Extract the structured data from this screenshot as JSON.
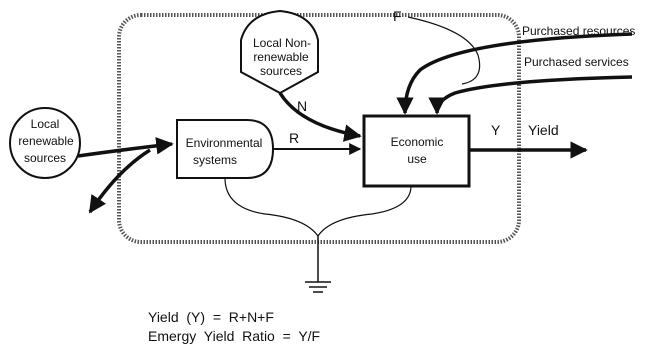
{
  "nodes": {
    "local_renewable": {
      "line1": "Local",
      "line2": "renewable",
      "line3": "sources"
    },
    "local_nonrenewable": {
      "line1": "Local Non-",
      "line2": "renewable",
      "line3": "sources"
    },
    "environmental": {
      "line1": "Environmental",
      "line2": "systems"
    },
    "economic": {
      "line1": "Economic",
      "line2": "use"
    }
  },
  "flows": {
    "R": "R",
    "N": "N",
    "F": "F",
    "Y": "Y",
    "yield": "Yield",
    "purchased_resources": "Purchased resources",
    "purchased_services": "Purchased services"
  },
  "formulas": {
    "yield_eq": "Yield  (Y)  =  R+N+F",
    "emergy_eq": "Emergy  Yield  Ratio  =  Y/F"
  },
  "colors": {
    "stroke": "#111111",
    "border": "#555555"
  }
}
